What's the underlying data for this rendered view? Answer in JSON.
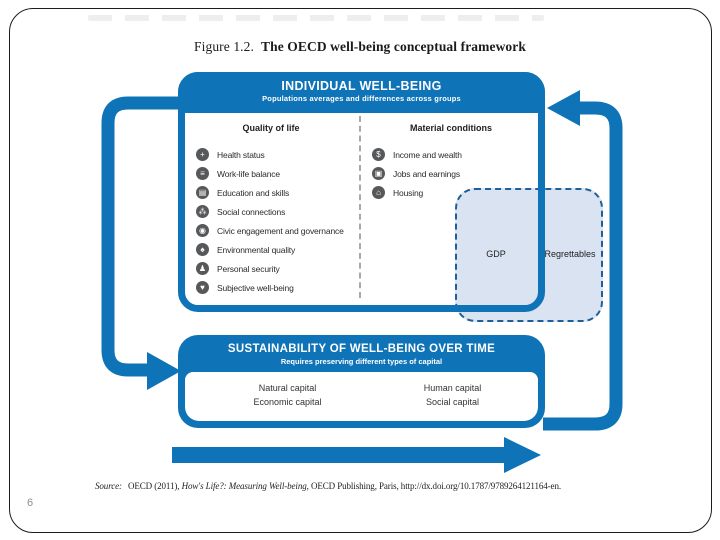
{
  "slide": {
    "page_number": "6"
  },
  "figure_title": {
    "prefix": "Figure 1.2.",
    "text": "The OECD well-being conceptual framework"
  },
  "individual": {
    "title": "INDIVIDUAL WELL-BEING",
    "subtitle": "Populations averages and differences across groups",
    "quality_of_life": {
      "header": "Quality of life",
      "items": [
        {
          "icon": "health-status-icon",
          "glyph": "+",
          "label": "Health status"
        },
        {
          "icon": "work-life-balance-icon",
          "glyph": "≡",
          "label": "Work-life balance"
        },
        {
          "icon": "education-skills-icon",
          "glyph": "▤",
          "label": "Education and skills"
        },
        {
          "icon": "social-connections-icon",
          "glyph": "⁂",
          "label": "Social connections"
        },
        {
          "icon": "civic-engagement-icon",
          "glyph": "◉",
          "label": "Civic engagement and governance"
        },
        {
          "icon": "environmental-quality-icon",
          "glyph": "♠",
          "label": "Environmental quality"
        },
        {
          "icon": "personal-security-icon",
          "glyph": "♟",
          "label": "Personal security"
        },
        {
          "icon": "subjective-wellbeing-icon",
          "glyph": "♥",
          "label": "Subjective well-being"
        }
      ]
    },
    "material_conditions": {
      "header": "Material conditions",
      "items": [
        {
          "icon": "income-wealth-icon",
          "glyph": "$",
          "label": "Income and wealth"
        },
        {
          "icon": "jobs-earnings-icon",
          "glyph": "▣",
          "label": "Jobs and earnings"
        },
        {
          "icon": "housing-icon",
          "glyph": "⌂",
          "label": "Housing"
        }
      ]
    }
  },
  "overlay_box": {
    "gdp_label": "GDP",
    "regrettables_label": "Regrettables"
  },
  "sustainability": {
    "title": "SUSTAINABILITY OF WELL-BEING OVER TIME",
    "subtitle": "Requires preserving different types of capital",
    "capitals_left": {
      "line1": "Natural capital",
      "line2": "Economic capital"
    },
    "capitals_right": {
      "line1": "Human capital",
      "line2": "Social capital"
    }
  },
  "source": {
    "label": "Source:",
    "mid": "OECD (2011), ",
    "italic_title": "How's Life?: Measuring Well-being",
    "rest": ", OECD Publishing, Paris, http://dx.doi.org/10.1787/9789264121164-en."
  },
  "colors": {
    "accent_blue": "#0e73b7",
    "overlay_fill": "#d9e3f1",
    "overlay_border": "#1e5f97",
    "icon_circle_gray": "#57585a"
  }
}
